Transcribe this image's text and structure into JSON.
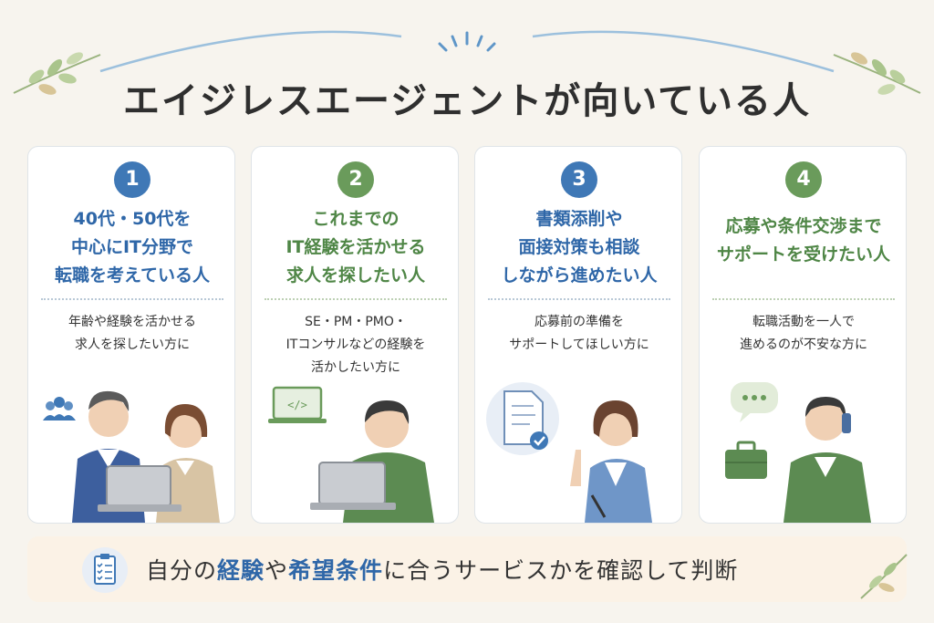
{
  "title": "エイジレスエージェントが向いている人",
  "cards": [
    {
      "number": "1",
      "head": [
        "40代・50代を",
        "中心にIT分野で",
        "転職を考えている人"
      ],
      "desc": [
        "年齢や経験を活かせる",
        "求人を探したい方に"
      ],
      "icon": "people-group-icon",
      "color": "#3f78b6"
    },
    {
      "number": "2",
      "head": [
        "これまでの",
        "IT経験を活かせる",
        "求人を探したい人"
      ],
      "desc": [
        "SE・PM・PMO・",
        "ITコンサルなどの経験を",
        "活かしたい方に"
      ],
      "icon": "laptop-code-icon",
      "color": "#6a9b5b"
    },
    {
      "number": "3",
      "head": [
        "書類添削や",
        "面接対策も相談",
        "しながら進めたい人"
      ],
      "desc": [
        "応募前の準備を",
        "サポートしてほしい方に"
      ],
      "icon": "document-check-icon",
      "color": "#3f78b6"
    },
    {
      "number": "4",
      "head": [
        "応募や条件交渉まで",
        "サポートを受けたい人"
      ],
      "desc": [
        "転職活動を一人で",
        "進めるのが不安な方に"
      ],
      "icon": "briefcase-icon",
      "color": "#6a9b5b"
    }
  ],
  "footer": {
    "pre": "自分の",
    "hl1": "経験",
    "mid1": "や",
    "hl2": "希望条件",
    "post": "に合うサービスかを確認して判断",
    "icon": "clipboard-checklist-icon"
  }
}
